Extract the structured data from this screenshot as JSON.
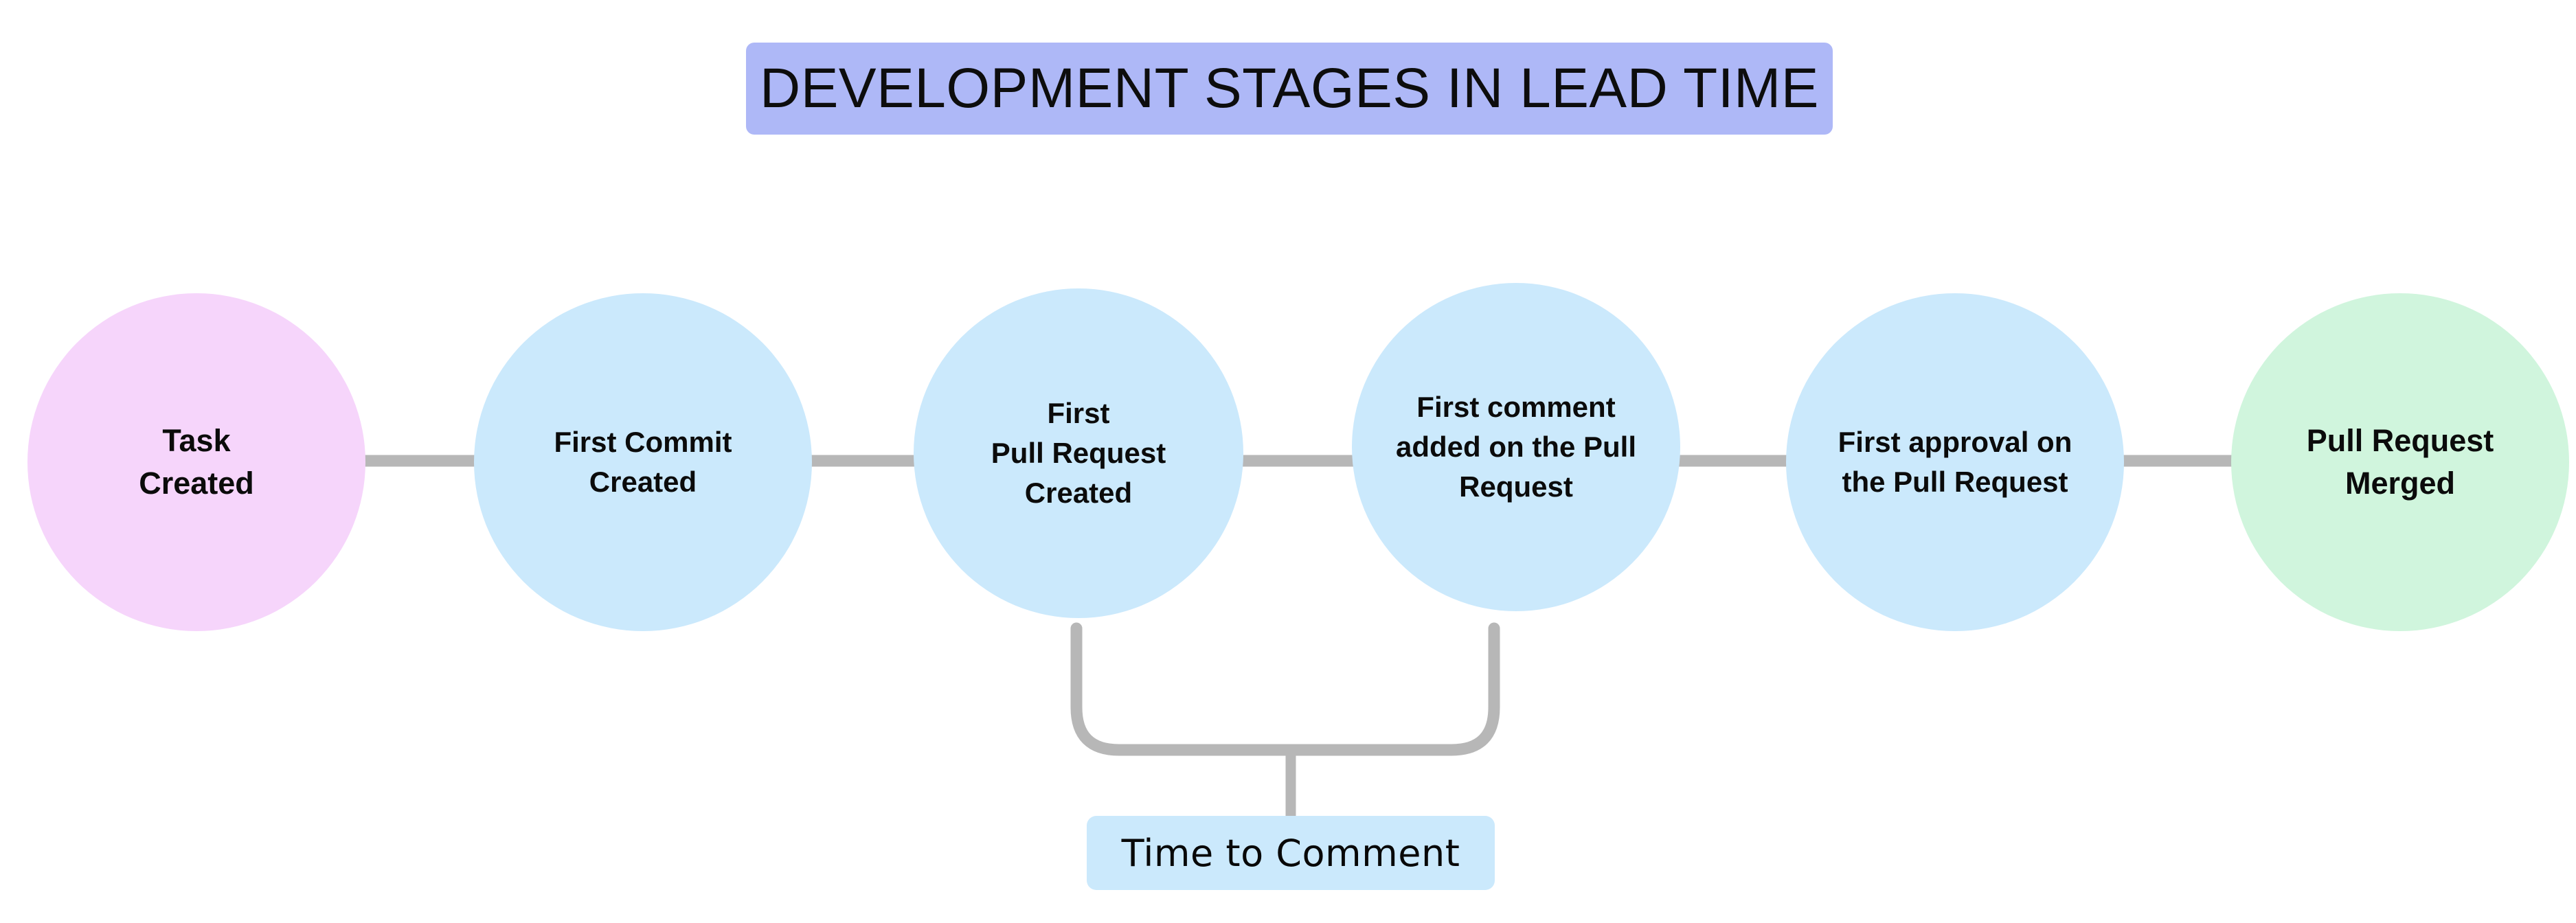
{
  "diagram": {
    "title": "DEVELOPMENT STAGES IN LEAD TIME",
    "title_background": "#aeb8f7",
    "canvas_background": "#ffffff",
    "connector_color": "#b7b7b7",
    "stages": [
      {
        "id": "task-created",
        "label": "Task\nCreated",
        "color": "#f6d5fb",
        "color_name": "pink"
      },
      {
        "id": "first-commit-created",
        "label": "First Commit\nCreated",
        "color": "#cbe9fc",
        "color_name": "blue"
      },
      {
        "id": "first-pull-request-created",
        "label": "First\nPull Request\nCreated",
        "color": "#cbe9fc",
        "color_name": "blue"
      },
      {
        "id": "first-comment-added",
        "label": "First comment\nadded on the Pull\nRequest",
        "color": "#cbe9fc",
        "color_name": "blue"
      },
      {
        "id": "first-approval",
        "label": "First approval on\nthe Pull Request",
        "color": "#cbe9fc",
        "color_name": "blue"
      },
      {
        "id": "pull-request-merged",
        "label": "Pull Request\nMerged",
        "color": "#d0f5dd",
        "color_name": "green"
      }
    ],
    "annotation": {
      "label": "Time to Comment",
      "background": "#cbe9fc",
      "spans_from": "First\nPull Request\nCreated",
      "spans_to": "First comment\nadded on the Pull\nRequest"
    }
  }
}
